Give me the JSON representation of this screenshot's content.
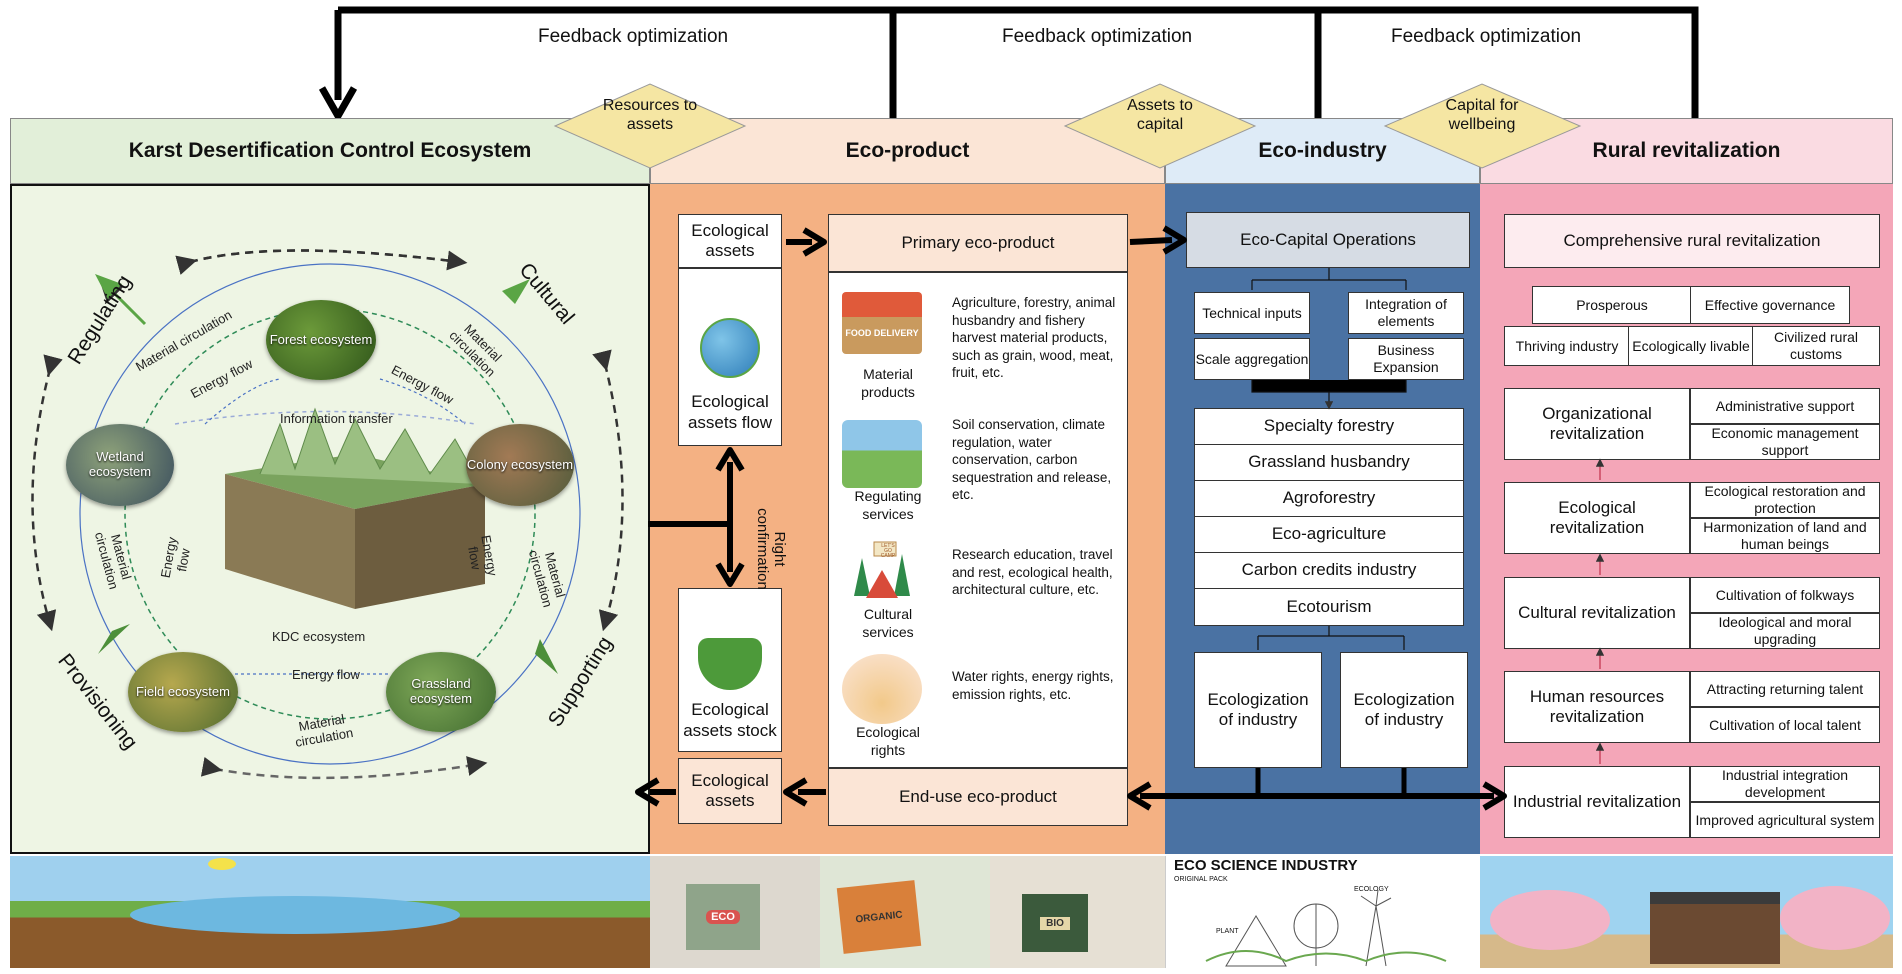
{
  "feedback": [
    "Feedback optimization",
    "Feedback optimization",
    "Feedback optimization"
  ],
  "diamonds": [
    "Resources to assets",
    "Assets to capital",
    "Capital for wellbeing"
  ],
  "headers": {
    "kdc": "Karst Desertification Control Ecosystem",
    "eco_product": "Eco-product",
    "eco_industry": "Eco-industry",
    "rural": "Rural revitalization"
  },
  "kdc": {
    "services": {
      "regulating": "Regulating",
      "cultural": "Cultural",
      "provisioning": "Provisioning",
      "supporting": "Supporting"
    },
    "ecosystems": {
      "forest": "Forest ecosystem",
      "wetland": "Wetland ecosystem",
      "colony": "Colony ecosystem",
      "field": "Field ecosystem",
      "grassland": "Grassland ecosystem"
    },
    "center": "KDC ecosystem",
    "labels": {
      "material_circulation": "Material circulation",
      "energy_flow": "Energy flow",
      "information_transfer": "Information transfer"
    }
  },
  "eco_product": {
    "eco_assets_top": "Ecological assets",
    "eco_assets_flow": "Ecological assets flow",
    "right_confirmation": "Right confirmation",
    "eco_assets_stock": "Ecological assets stock",
    "eco_assets_bottom": "Ecological assets",
    "primary": "Primary eco-product",
    "end_use": "End-use eco-product",
    "items": [
      {
        "caption": "Material products",
        "icon": "food-box-icon",
        "desc": "Agriculture, forestry, animal husbandry and fishery harvest material products, such as grain, wood, meat, fruit, etc."
      },
      {
        "caption": "Regulating services",
        "icon": "climate-icon",
        "desc": "Soil conservation, climate regulation, water conservation, carbon sequestration and release, etc."
      },
      {
        "caption": "Cultural services",
        "icon": "tent-icon",
        "desc": "Research education, travel and rest, ecological health, architectural culture, etc."
      },
      {
        "caption": "Ecological rights",
        "icon": "wind-turbine-icon",
        "desc": "Water rights, energy rights, emission rights, etc."
      }
    ],
    "icon_food_box_text": "FOOD DELIVERY",
    "icon_sign_text": "LET'S GO CAMP",
    "bottom_labels": [
      "ECO",
      "ORGANIC",
      "BIO"
    ]
  },
  "eco_industry": {
    "ops": "Eco-Capital Operations",
    "technical": "Technical inputs",
    "integration": "Integration of elements",
    "scale": "Scale aggregation",
    "business": "Business Expansion",
    "list": [
      "Specialty forestry",
      "Grassland husbandry",
      "Agroforestry",
      "Eco-agriculture",
      "Carbon credits industry",
      "Ecotourism"
    ],
    "ecologization": [
      "Ecologization of industry",
      "Ecologization of industry"
    ],
    "poster_title": "ECO SCIENCE INDUSTRY",
    "poster_sub": "ORIGINAL PACK",
    "poster_tags": [
      "ECOLOGY",
      "PLANT"
    ]
  },
  "rural": {
    "comprehensive": "Comprehensive rural revitalization",
    "prosperous": "Prosperous",
    "effective": "Effective governance",
    "thriving": "Thriving industry",
    "livable": "Ecologically livable",
    "customs": "Civilized rural customs",
    "rows": [
      {
        "main": "Organizational revitalization",
        "sub": [
          "Administrative support",
          "Economic management support"
        ]
      },
      {
        "main": "Ecological revitalization",
        "sub": [
          "Ecological restoration and protection",
          "Harmonization of land and human beings"
        ]
      },
      {
        "main": "Cultural revitalization",
        "sub": [
          "Cultivation of folkways",
          "Ideological and moral upgrading"
        ]
      },
      {
        "main": "Human resources revitalization",
        "sub": [
          "Attracting returning talent",
          "Cultivation of local talent"
        ]
      },
      {
        "main": "Industrial revitalization",
        "sub": [
          "Industrial integration development",
          "Improved agricultural system"
        ]
      }
    ]
  },
  "colors": {
    "kdc_bg": "#eef5e4",
    "kdc_header": "#e2efd9",
    "product_bg": "#f4b183",
    "product_header": "#fbe5d6",
    "industry_bg": "#4a72a3",
    "industry_header": "#deebf7",
    "rural_bg": "#f4a6b8",
    "rural_header": "#fadbe2",
    "diamond": "#f5e6a3"
  }
}
